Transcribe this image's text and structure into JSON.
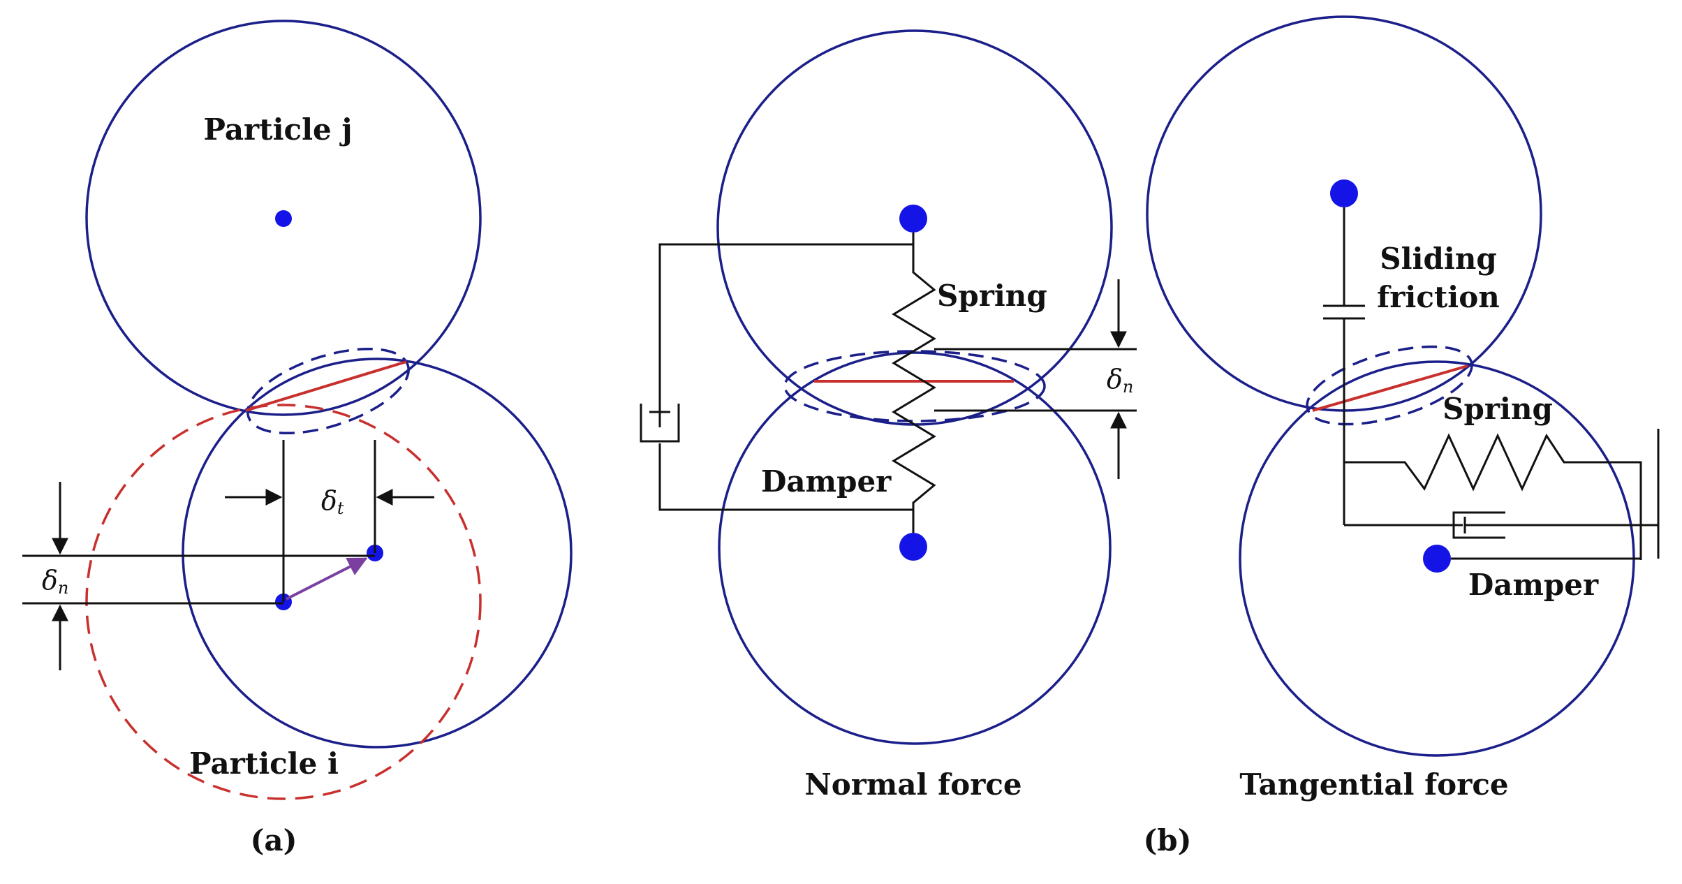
{
  "panel_a": {
    "particle_j": "Particle j",
    "particle_i": "Particle i",
    "delta_symbol": "δ",
    "delta_t_sub": "t",
    "delta_n_sub": "n",
    "caption": "(a)"
  },
  "panel_b": {
    "caption": "(b)",
    "normal": {
      "spring": "Spring",
      "damper": "Damper",
      "delta_symbol": "δ",
      "delta_sub": "n",
      "title": "Normal force"
    },
    "tangential": {
      "sliding_line1": "Sliding",
      "sliding_line2": "friction",
      "spring": "Spring",
      "damper": "Damper",
      "title": "Tangential force"
    }
  },
  "colors": {
    "particle_outline": "#1b1f8a",
    "particle_center": "#1414e6",
    "contact_line": "#c8302e",
    "displaced_particle": "#c8302e",
    "velocity_arrow": "#7b3fa0"
  }
}
